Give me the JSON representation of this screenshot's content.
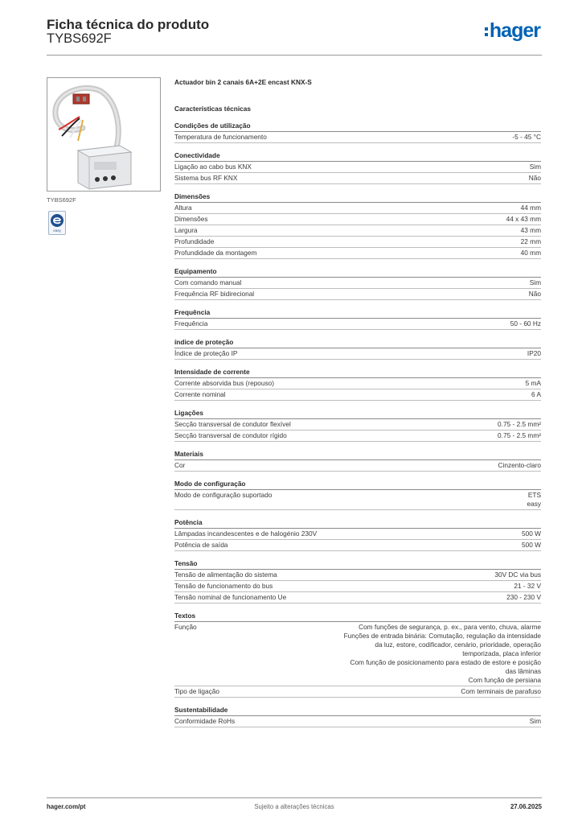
{
  "header": {
    "title": "Ficha técnica do produto",
    "reference": "TYBS692F",
    "logo_text": "hager",
    "logo_color": "#0062b4"
  },
  "product": {
    "image_caption": "TYBS692F",
    "badge_text": "easy",
    "name": "Actuador bin 2 canais 6A+2E encast KNX-S",
    "tech_heading": "Características técnicas"
  },
  "sections": [
    {
      "title": "Condições de utilização",
      "rows": [
        {
          "label": "Temperatura de funcionamento",
          "value": [
            "-5 - 45 °C"
          ]
        }
      ]
    },
    {
      "title": "Conectividade",
      "rows": [
        {
          "label": "Ligação ao cabo bus KNX",
          "value": [
            "Sim"
          ]
        },
        {
          "label": "Sistema bus RF KNX",
          "value": [
            "Não"
          ]
        }
      ]
    },
    {
      "title": "Dimensões",
      "rows": [
        {
          "label": "Altura",
          "value": [
            "44 mm"
          ]
        },
        {
          "label": "Dimensões",
          "value": [
            "44 x 43 mm"
          ]
        },
        {
          "label": "Largura",
          "value": [
            "43 mm"
          ]
        },
        {
          "label": "Profundidade",
          "value": [
            "22 mm"
          ]
        },
        {
          "label": "Profundidade da montagem",
          "value": [
            "40 mm"
          ]
        }
      ]
    },
    {
      "title": "Equipamento",
      "rows": [
        {
          "label": "Com comando manual",
          "value": [
            "Sim"
          ]
        },
        {
          "label": "Frequência RF bidirecional",
          "value": [
            "Não"
          ]
        }
      ]
    },
    {
      "title": "Frequência",
      "rows": [
        {
          "label": "Frequência",
          "value": [
            "50 - 60 Hz"
          ]
        }
      ]
    },
    {
      "title": "índice de proteção",
      "rows": [
        {
          "label": "Índice de proteção IP",
          "value": [
            "IP20"
          ]
        }
      ]
    },
    {
      "title": "Intensidade de corrente",
      "rows": [
        {
          "label": "Corrente absorvida bus (repouso)",
          "value": [
            "5 mA"
          ]
        },
        {
          "label": "Corrente nominal",
          "value": [
            "6 A"
          ]
        }
      ]
    },
    {
      "title": "Ligações",
      "rows": [
        {
          "label": "Secção transversal de condutor flexível",
          "value": [
            "0.75 - 2.5 mm²"
          ]
        },
        {
          "label": "Secção transversal de condutor rígido",
          "value": [
            "0.75 - 2.5 mm²"
          ]
        }
      ]
    },
    {
      "title": "Materiais",
      "rows": [
        {
          "label": "Cor",
          "value": [
            "Cinzento-claro"
          ]
        }
      ]
    },
    {
      "title": "Modo de configuração",
      "rows": [
        {
          "label": "Modo de configuração suportado",
          "value": [
            "ETS",
            "easy"
          ]
        }
      ]
    },
    {
      "title": "Potência",
      "rows": [
        {
          "label": "Lâmpadas incandescentes e de halogénio 230V",
          "value": [
            "500 W"
          ]
        },
        {
          "label": "Potência de saída",
          "value": [
            "500 W"
          ]
        }
      ]
    },
    {
      "title": "Tensão",
      "rows": [
        {
          "label": "Tensão de alimentação do sistema",
          "value": [
            "30V DC via bus"
          ]
        },
        {
          "label": "Tensão de funcionamento do bus",
          "value": [
            "21 - 32 V"
          ]
        },
        {
          "label": "Tensão nominal de funcionamento Ue",
          "value": [
            "230 - 230 V"
          ]
        }
      ]
    },
    {
      "title": "Textos",
      "rows": [
        {
          "label": "Função",
          "text_block": true,
          "value": [
            "Com funções de segurança, p. ex., para vento, chuva, alarme",
            "Funções de entrada binária: Comutação, regulação da intensidade da luz, estore, codificador, cenário, prioridade, operação temporizada, placa inferior",
            "Com função de posicionamento para estado de estore e posição das lâminas",
            "Com função de persiana"
          ]
        },
        {
          "label": "Tipo de ligação",
          "value": [
            "Com terminais de parafuso"
          ]
        }
      ]
    },
    {
      "title": "Sustentabilidade",
      "rows": [
        {
          "label": "Conformidade RoHs",
          "value": [
            "Sim"
          ]
        }
      ]
    }
  ],
  "footer": {
    "website": "hager.com/pt",
    "notice": "Sujeito a alterações técnicas",
    "date": "27.06.2025"
  }
}
